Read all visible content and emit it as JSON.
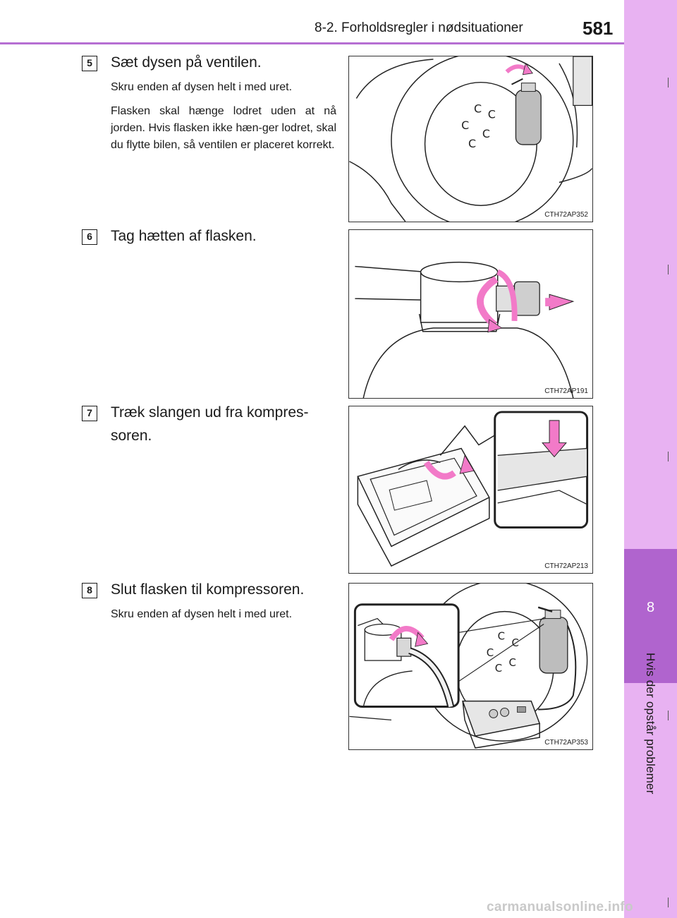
{
  "header": {
    "section": "8-2. Forholdsregler i nødsituationer",
    "page_number": "581"
  },
  "side_tab": {
    "chapter_number": "8",
    "chapter_title": "Hvis der opstår problemer"
  },
  "steps": [
    {
      "number": "5",
      "title": "Sæt dysen på ventilen.",
      "paragraphs": [
        "Skru enden af dysen helt i med uret.",
        "Flasken skal hænge lodret uden at nå jorden. Hvis flasken ikke hæn-ger lodret, skal du flytte bilen, så ventilen er placeret korrekt."
      ],
      "figure_code": "CTH72AP352"
    },
    {
      "number": "6",
      "title": "Tag hætten af flasken.",
      "paragraphs": [],
      "figure_code": "CTH72AP191"
    },
    {
      "number": "7",
      "title": "Træk slangen ud fra kompres-soren.",
      "paragraphs": [],
      "figure_code": "CTH72AP213"
    },
    {
      "number": "8",
      "title": "Slut flasken til kompressoren.",
      "paragraphs": [
        "Skru enden af dysen helt i med uret."
      ],
      "figure_code": "CTH72AP353"
    }
  ],
  "watermark": "carmanualsonline.info",
  "colors": {
    "accent_purple": "#b064ce",
    "tab_light": "#e8b2f2",
    "arrow_pink": "#f27ac8",
    "header_rule": "#b66fd2"
  }
}
